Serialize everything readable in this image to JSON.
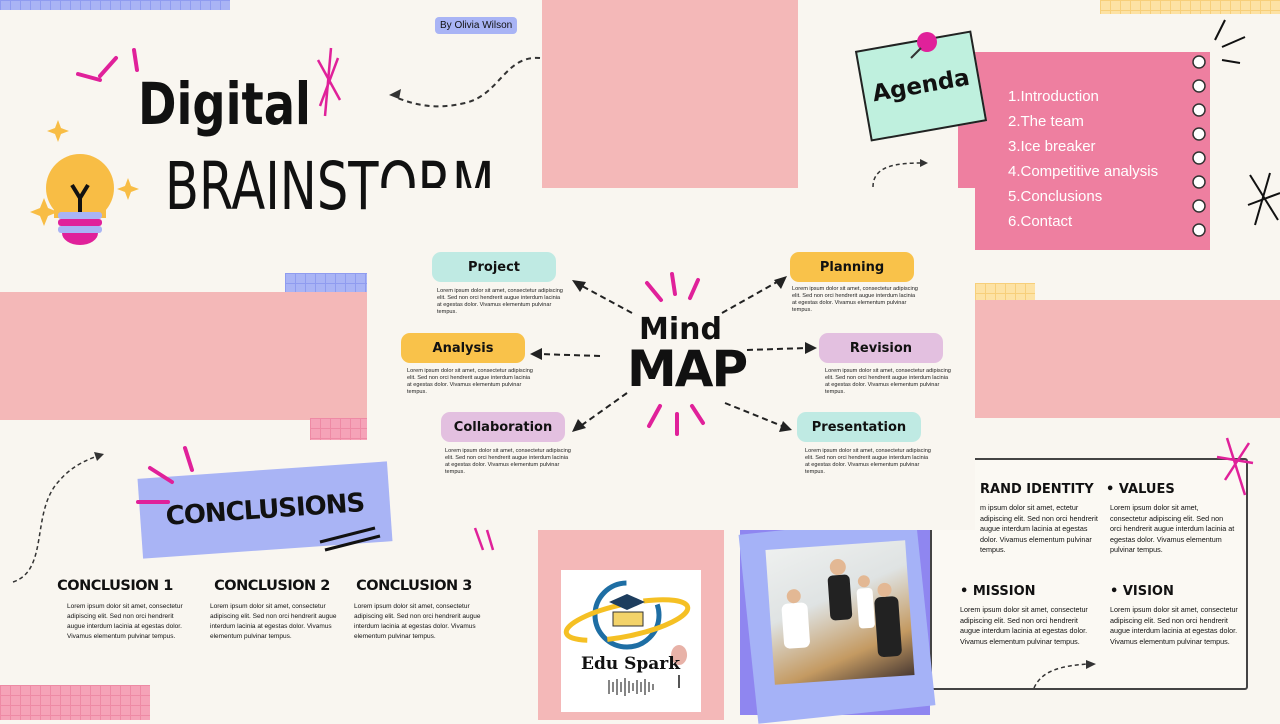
{
  "title_slide": {
    "author": "By Olivia Wilson",
    "line1": "Digital",
    "line2": "BRAINSTORM"
  },
  "agenda": {
    "title": "Agenda",
    "items": [
      "1.Introduction",
      "2.The team",
      "3.Ice breaker",
      "4.Competitive analysis",
      "5.Conclusions",
      "6.Contact"
    ]
  },
  "mind_map": {
    "title_top": "Mind",
    "title_bottom": "MAP",
    "lorem": "Lorem ipsum dolor sit amet, consectetur adipiscing elit. Sed non orci hendrerit augue interdum lacinia at egestas dolor. Vivamus elementum pulvinar tempus.",
    "nodes": [
      "Project",
      "Analysis",
      "Collaboration",
      "Planning",
      "Revision",
      "Presentation"
    ],
    "colors": {
      "mint": "#bfeae3",
      "yellow": "#f9c24a",
      "lilac": "#e3c0e0"
    }
  },
  "conclusions": {
    "title": "CONCLUSIONS",
    "columns": [
      {
        "heading": "CONCLUSION 1",
        "text": "Lorem ipsum dolor sit amet, consectetur adipiscing elit. Sed non orci hendrerit augue interdum lacinia at egestas dolor. Vivamus elementum pulvinar tempus."
      },
      {
        "heading": "CONCLUSION 2",
        "text": "Lorem ipsum dolor sit amet, consectetur adipiscing elit. Sed non orci hendrerit augue interdum lacinia at egestas dolor. Vivamus elementum pulvinar tempus."
      },
      {
        "heading": "CONCLUSION 3",
        "text": "Lorem ipsum dolor sit amet, consectetur adipiscing elit. Sed non orci hendrerit augue interdum lacinia at egestas dolor. Vivamus elementum pulvinar tempus."
      }
    ]
  },
  "logo": {
    "text": "Edu Spark"
  },
  "brand": {
    "sections": [
      {
        "heading": "RAND IDENTITY",
        "text": "m ipsum dolor sit amet, ectetur adipiscing elit. Sed non orci hendrerit augue interdum lacinia at egestas dolor. Vivamus elementum pulvinar tempus."
      },
      {
        "heading": "• VALUES",
        "text": "Lorem ipsum dolor sit amet, consectetur adipiscing elit. Sed non orci hendrerit augue interdum lacinia at egestas dolor. Vivamus elementum pulvinar tempus."
      },
      {
        "heading": "• MISSION",
        "text": "Lorem ipsum dolor sit amet, consectetur adipiscing elit. Sed non orci hendrerit augue interdum lacinia at egestas dolor. Vivamus elementum pulvinar tempus."
      },
      {
        "heading": "• VISION",
        "text": "Lorem ipsum dolor sit amet, consectetur adipiscing elit. Sed non orci hendrerit augue interdum lacinia at egestas dolor. Vivamus elementum pulvinar tempus."
      }
    ]
  }
}
